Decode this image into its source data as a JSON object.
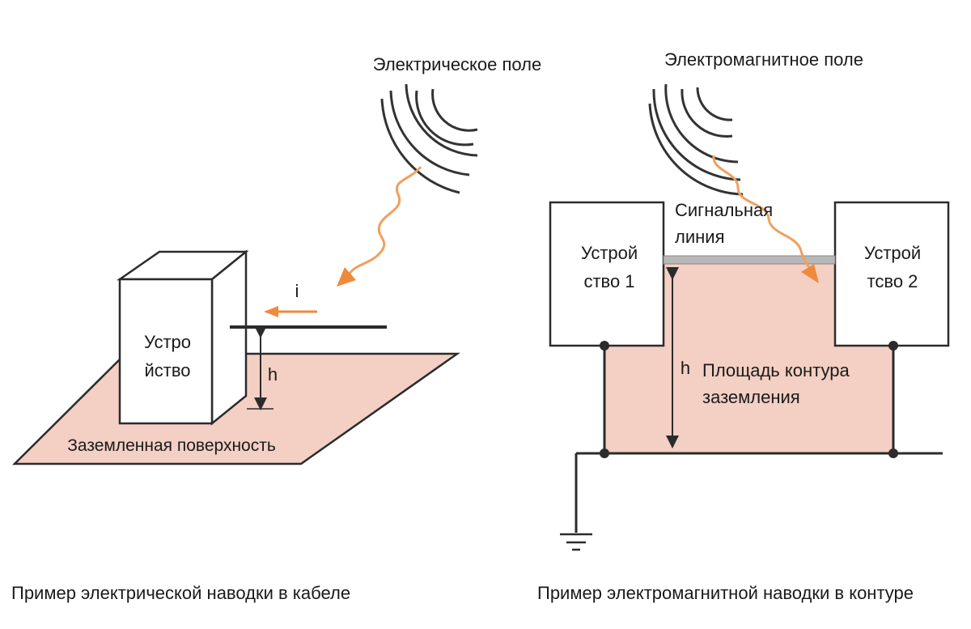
{
  "left_diagram": {
    "field_label": "Электрическое поле",
    "device_label": [
      "Устро",
      "йство"
    ],
    "current_label": "i",
    "height_label": "h",
    "ground_label": "Заземленная поверхность",
    "caption": "Пример электрической наводки в кабеле"
  },
  "right_diagram": {
    "field_label": "Электромагнитное поле",
    "signal_line_label": [
      "Сигнальная",
      "линия"
    ],
    "device1_label": [
      "Устрой",
      "ство 1"
    ],
    "device2_label": [
      "Устрой",
      "тсво 2"
    ],
    "height_label": "h",
    "loop_area_label": [
      "Площадь контура",
      "заземления"
    ],
    "caption": "Пример электромагнитной наводки в контуре"
  },
  "colors": {
    "ground_fill": "#f3cfc4",
    "wave_orange": "#f0a060",
    "arrow_orange": "#ee8a3c",
    "line_dark": "#2b2b2b",
    "signal_line": "#b8b8b8"
  }
}
